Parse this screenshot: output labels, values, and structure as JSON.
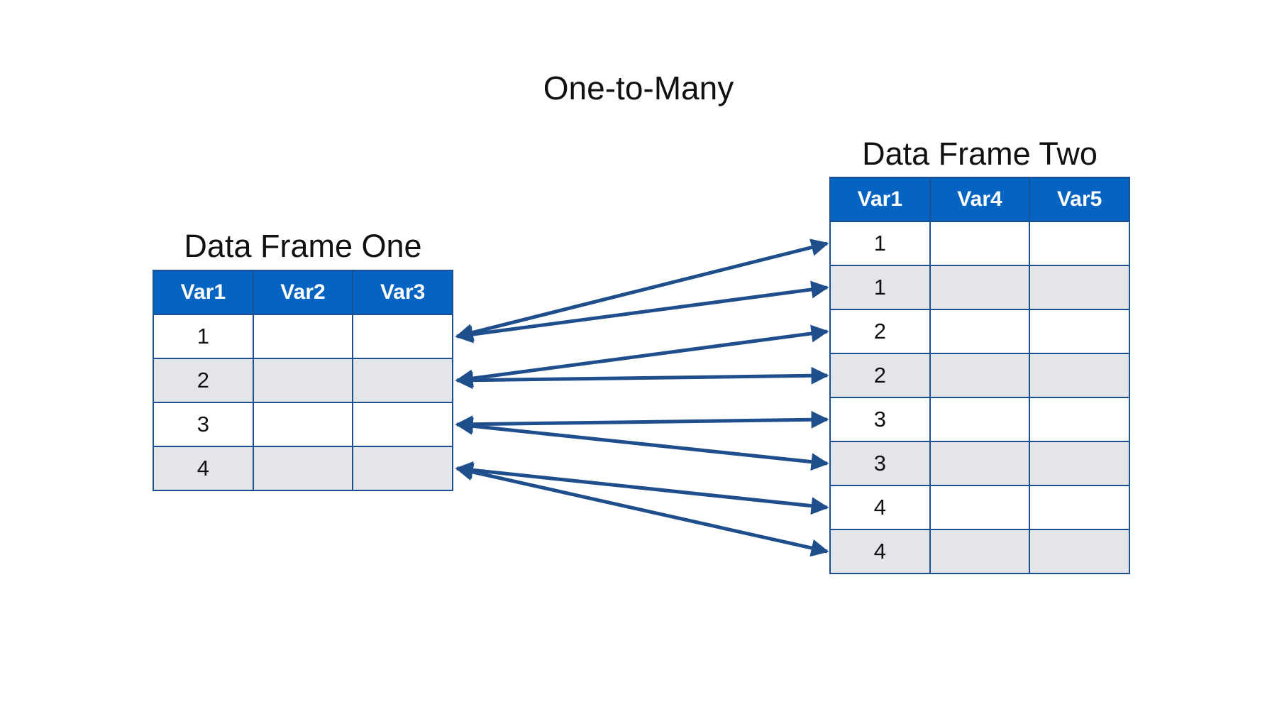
{
  "title": "One-to-Many",
  "frame_one": {
    "title": "Data Frame One",
    "columns": [
      "Var1",
      "Var2",
      "Var3"
    ],
    "rows": [
      [
        "1",
        "",
        ""
      ],
      [
        "2",
        "",
        ""
      ],
      [
        "3",
        "",
        ""
      ],
      [
        "4",
        "",
        ""
      ]
    ]
  },
  "frame_two": {
    "title": "Data Frame Two",
    "columns": [
      "Var1",
      "Var4",
      "Var5"
    ],
    "rows": [
      [
        "1",
        "",
        ""
      ],
      [
        "1",
        "",
        ""
      ],
      [
        "2",
        "",
        ""
      ],
      [
        "2",
        "",
        ""
      ],
      [
        "3",
        "",
        ""
      ],
      [
        "3",
        "",
        ""
      ],
      [
        "4",
        "",
        ""
      ],
      [
        "4",
        "",
        ""
      ]
    ]
  },
  "links": [
    {
      "from": 0,
      "to": 0
    },
    {
      "from": 0,
      "to": 1
    },
    {
      "from": 1,
      "to": 2
    },
    {
      "from": 1,
      "to": 3
    },
    {
      "from": 2,
      "to": 4
    },
    {
      "from": 2,
      "to": 5
    },
    {
      "from": 3,
      "to": 6
    },
    {
      "from": 3,
      "to": 7
    }
  ],
  "colors": {
    "header": "#0563c1",
    "border": "#1d4f91",
    "arrow": "#1f4e8c",
    "alt_row": "#e4e5e9"
  }
}
